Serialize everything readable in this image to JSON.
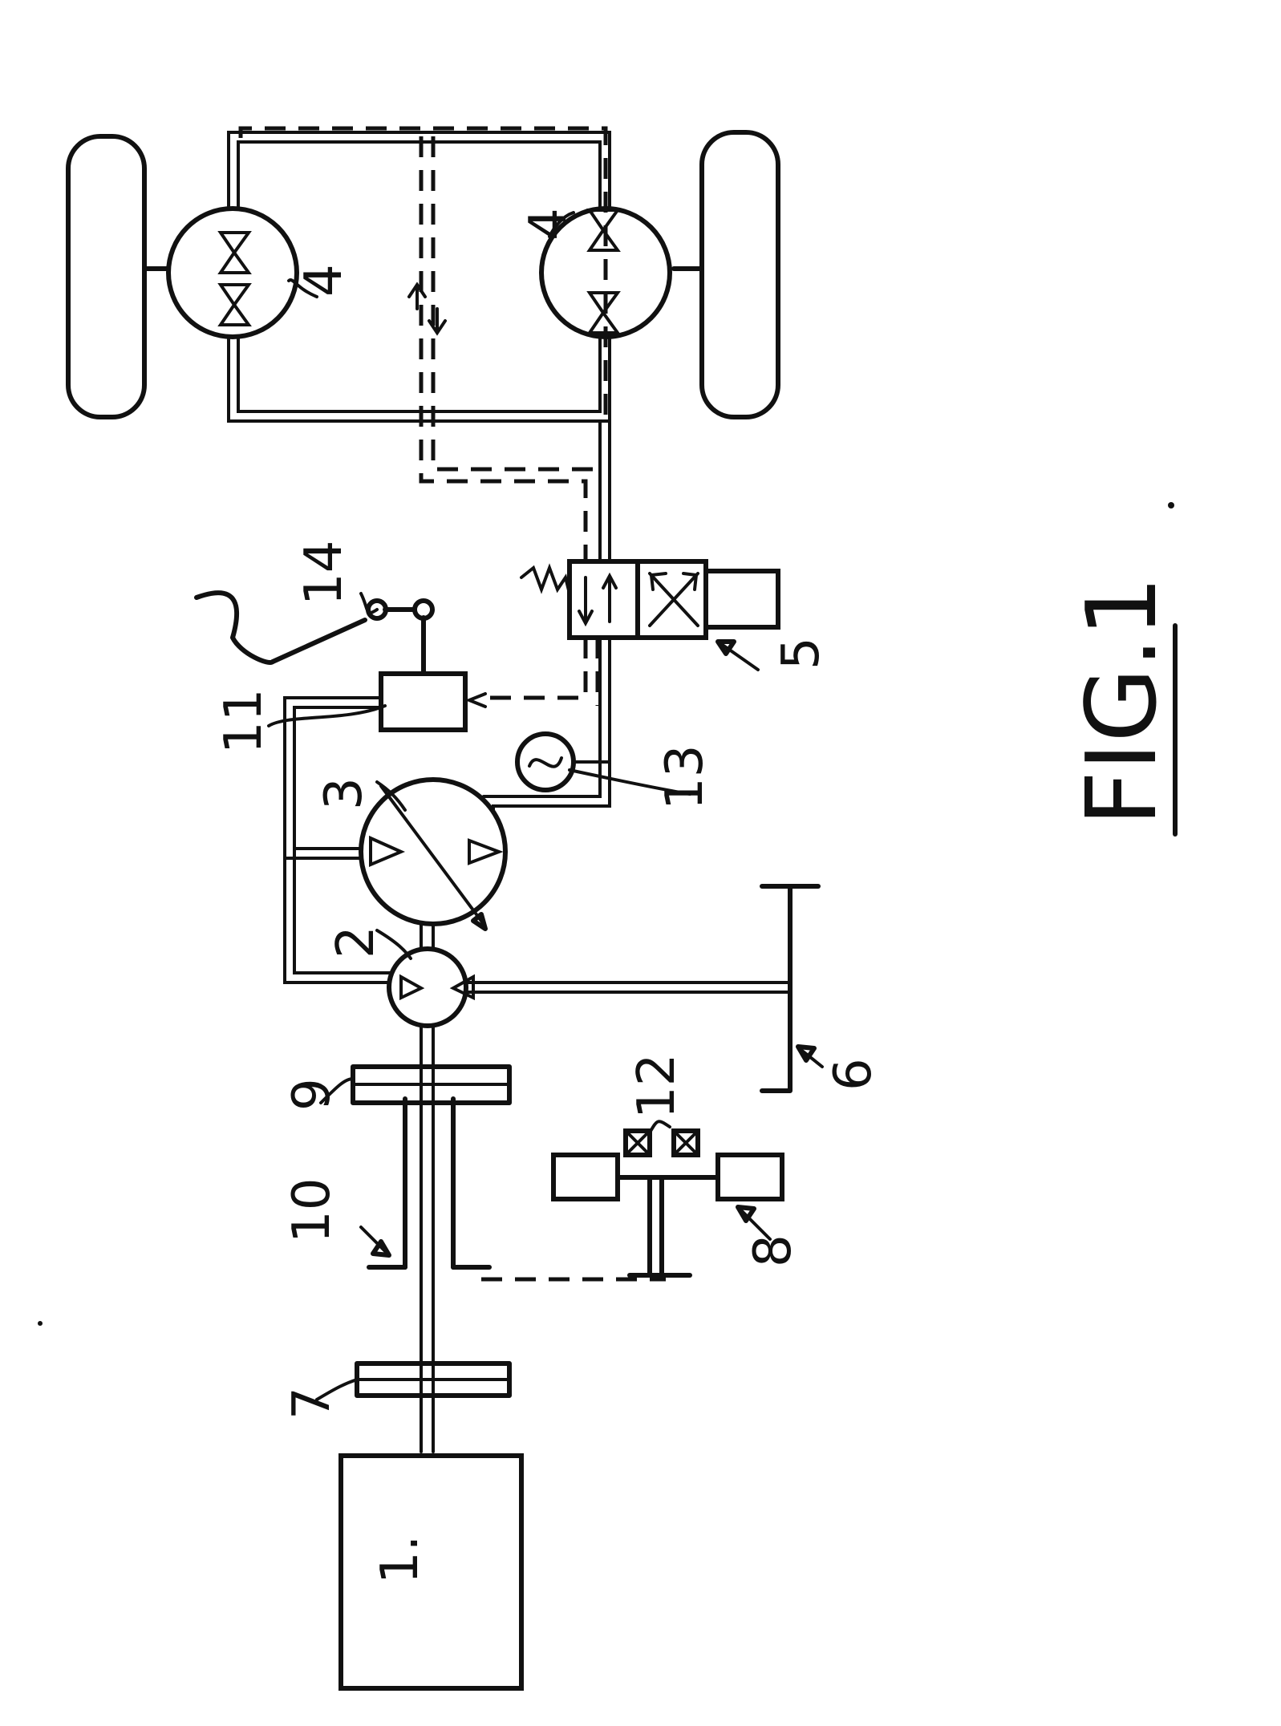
{
  "figure": {
    "caption": "FIG.1"
  },
  "labels": {
    "engine": "1.",
    "charge_pump": "2",
    "main_pump": "3",
    "wheel_motor_upper": "4",
    "wheel_motor_lower": "4",
    "valve": "5",
    "reservoir": "6",
    "coupling_7": "7",
    "unit_8": "8",
    "coupling_9": "9",
    "gearbox_10": "10",
    "controller_11": "11",
    "sensor_12": "12",
    "gauge_13": "13",
    "pedal_14": "14"
  }
}
